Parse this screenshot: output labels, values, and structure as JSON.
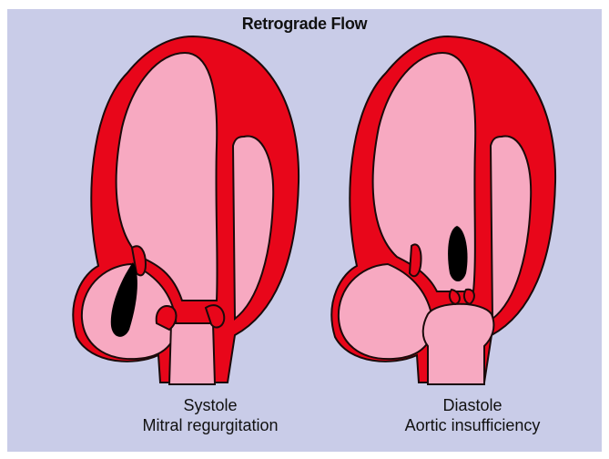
{
  "title": "Retrograde Flow",
  "colors": {
    "background": "#c9cce8",
    "wall": "#e8061a",
    "chamber": "#f7a9c1",
    "jet": "#000000",
    "outline": "#1a0a0a"
  },
  "panels": [
    {
      "phase": "Systole",
      "condition": "Mitral regurgitation"
    },
    {
      "phase": "Diastole",
      "condition": "Aortic insufficiency"
    }
  ]
}
